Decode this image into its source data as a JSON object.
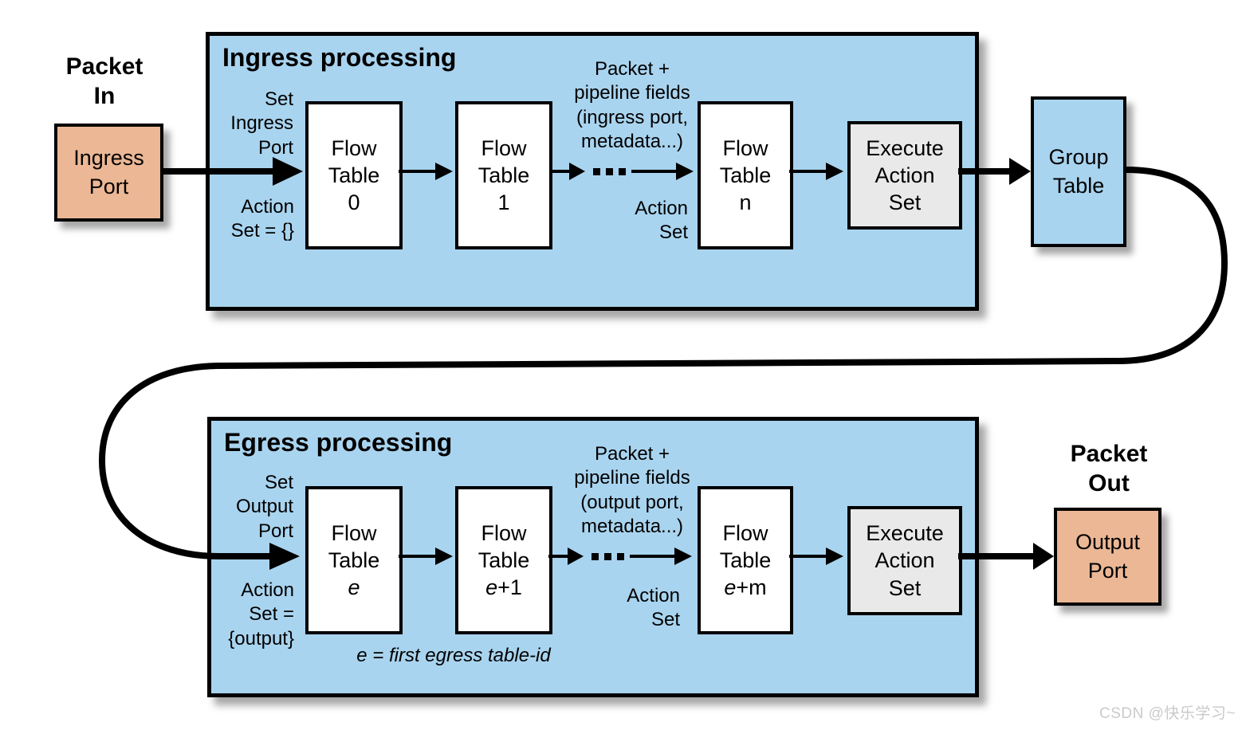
{
  "diagram": {
    "title_context": "OpenFlow switch packet processing pipeline",
    "colors": {
      "container_blue": "#A9D4EF",
      "port_salmon": "#EBB795",
      "execute_gray": "#E9E9EA",
      "line_black": "#000000",
      "watermark_gray": "#C9CACB"
    },
    "labels": {
      "packet_in": "Packet\nIn",
      "packet_out": "Packet\nOut",
      "watermark": "CSDN @快乐学习~"
    },
    "ingress": {
      "title": "Ingress processing",
      "port_box": "Ingress\nPort",
      "set_port_note": "Set\nIngress\nPort",
      "action_set_note": "Action\nSet = {}",
      "pipeline_note": "Packet +\npipeline fields\n(ingress port,\nmetadata...)",
      "action_set_mid": "Action\nSet",
      "flow_tables": [
        {
          "title": "Flow\nTable",
          "var": "",
          "tail": "0"
        },
        {
          "title": "Flow\nTable",
          "var": "",
          "tail": "1"
        },
        {
          "title": "Flow\nTable",
          "var": "",
          "tail": "n"
        }
      ],
      "execute_box": "Execute\nAction\nSet",
      "group_table": "Group\nTable"
    },
    "egress": {
      "title": "Egress processing",
      "set_port_note": "Set\nOutput\nPort",
      "action_set_note": "Action\nSet =\n{output}",
      "pipeline_note": "Packet +\npipeline fields\n(output port,\nmetadata...)",
      "action_set_mid": "Action\nSet",
      "flow_tables": [
        {
          "title": "Flow\nTable",
          "var": "e",
          "tail": ""
        },
        {
          "title": "Flow\nTable",
          "var": "e",
          "tail": "+1"
        },
        {
          "title": "Flow\nTable",
          "var": "e",
          "tail": "+m"
        }
      ],
      "execute_box": "Execute\nAction\nSet",
      "footnote": "e = first egress table-id",
      "port_box": "Output\nPort"
    }
  }
}
